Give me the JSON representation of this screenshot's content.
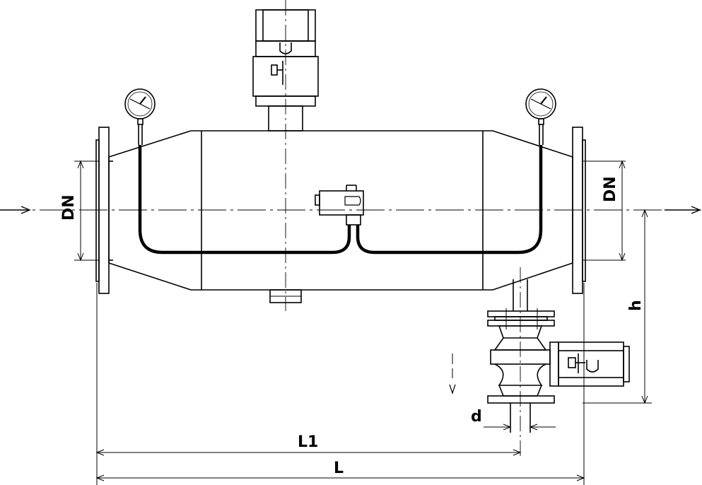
{
  "labels": {
    "dn_left": "DN",
    "dn_right": "DN",
    "h": "h",
    "d": "d",
    "l1": "L1",
    "l": "L"
  },
  "colors": {
    "line": "#000000",
    "background": "#ffffff"
  },
  "icons": [
    "pressure-gauge-icon",
    "flow-arrow-icon",
    "motor-icon"
  ]
}
